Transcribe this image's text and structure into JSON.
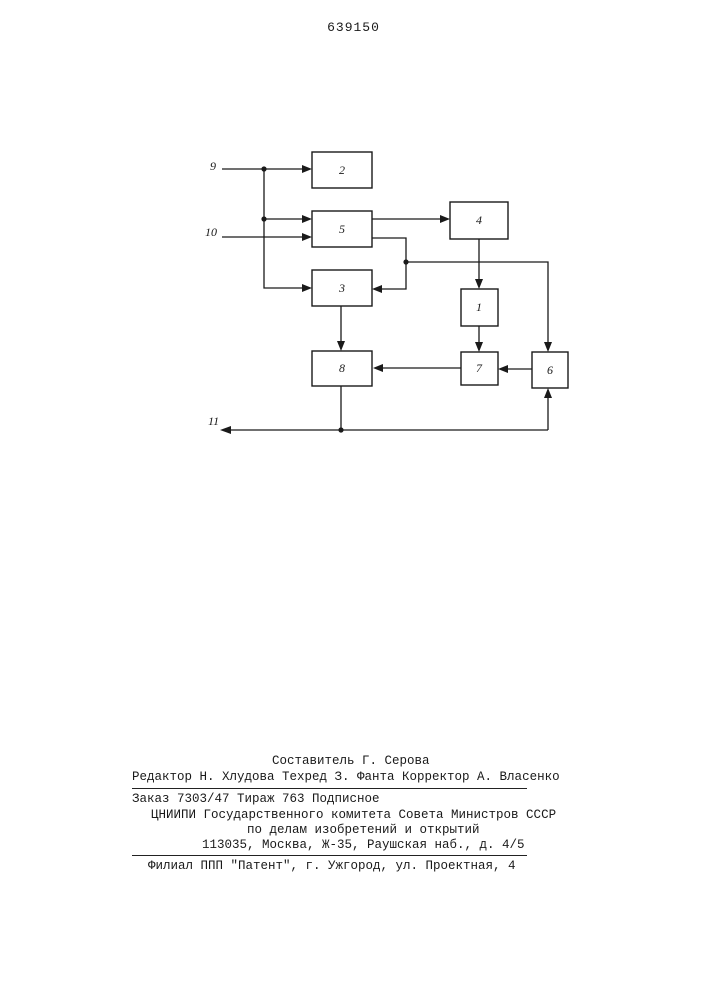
{
  "header": {
    "patent_number": "639150"
  },
  "diagram": {
    "blocks": [
      {
        "id": "b1",
        "label": "1"
      },
      {
        "id": "b2",
        "label": "2"
      },
      {
        "id": "b3",
        "label": "3"
      },
      {
        "id": "b4",
        "label": "4"
      },
      {
        "id": "b5",
        "label": "5"
      },
      {
        "id": "b6",
        "label": "6"
      },
      {
        "id": "b7",
        "label": "7"
      },
      {
        "id": "b8",
        "label": "8"
      }
    ],
    "terminals": [
      {
        "id": "t9",
        "label": "9"
      },
      {
        "id": "t10",
        "label": "10"
      },
      {
        "id": "t11",
        "label": "11"
      }
    ]
  },
  "footer": {
    "compiler": "Составитель Г. Серова",
    "editors": "Редактор Н. Хлудова   Техред З. Фанта Корректор А. Власенко",
    "order": "Заказ 7303/47        Тираж 763 Подписное",
    "org1": "ЦНИИПИ Государственного комитета Совета Министров СССР",
    "org2": "по делам изобретений и открытий",
    "address": "113035, Москва, Ж-35, Раушская наб., д. 4/5",
    "branch": "Филиал ППП \"Патент\", г. Ужгород, ул. Проектная, 4"
  }
}
